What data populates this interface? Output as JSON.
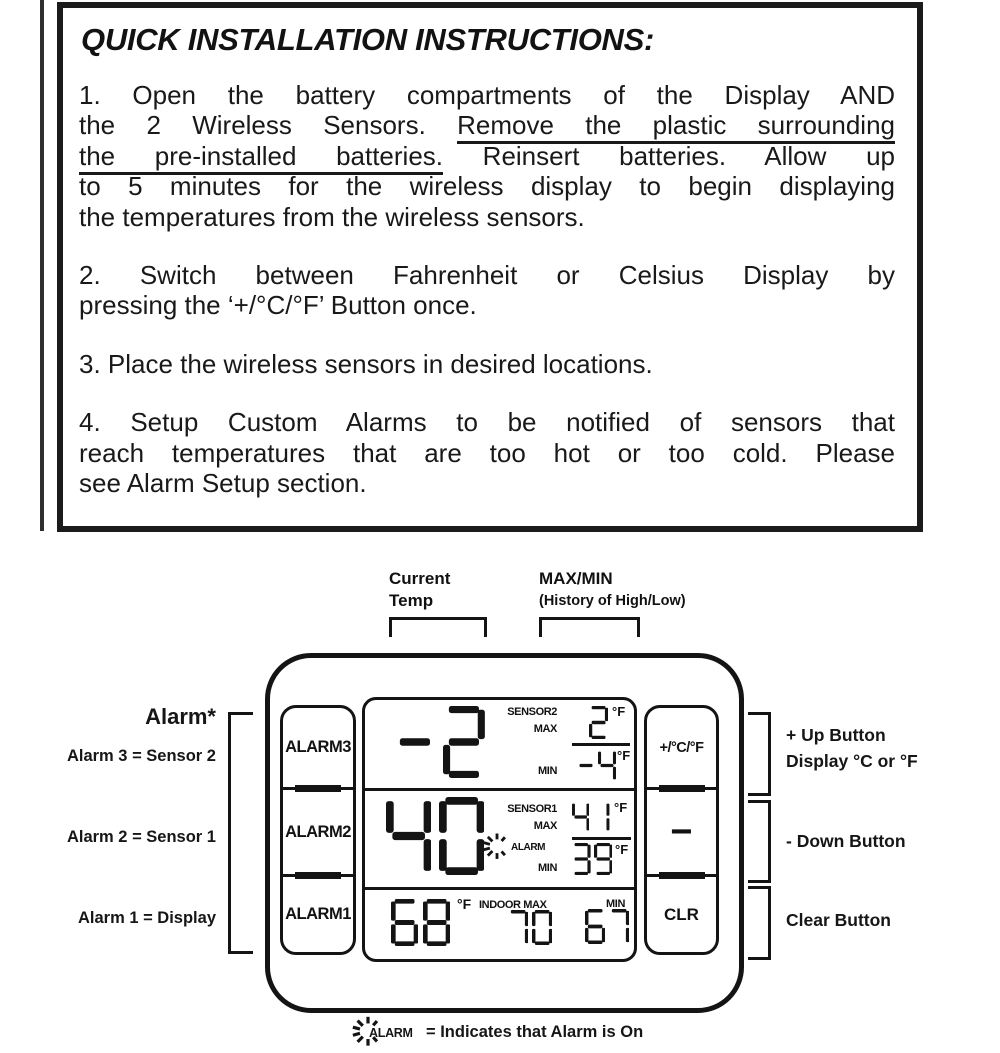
{
  "colors": {
    "ink": "#141414",
    "paper": "#ffffff"
  },
  "instructions_box": {
    "title": "QUICK INSTALLATION INSTRUCTIONS:",
    "paragraphs": [
      {
        "lines": [
          [
            {
              "t": "1.  Open the battery compartments of the Display AND"
            }
          ],
          [
            {
              "t": "the 2 Wireless Sensors. "
            },
            {
              "t": "Remove the plastic surrounding",
              "u": true
            }
          ],
          [
            {
              "t": "the pre-installed batteries.",
              "u": true
            },
            {
              "t": " Reinsert batteries. Allow up"
            }
          ],
          [
            {
              "t": "to 5 minutes for the wireless display to begin displaying"
            }
          ],
          [
            {
              "t": "the temperatures from the wireless sensors."
            }
          ]
        ]
      },
      {
        "lines": [
          [
            {
              "t": "2. Switch between Fahrenheit or Celsius Display by"
            }
          ],
          [
            {
              "t": "pressing the ‘+/°C/°F’ Button once."
            }
          ]
        ]
      },
      {
        "lines": [
          [
            {
              "t": "3. Place the wireless sensors in desired locations."
            }
          ]
        ]
      },
      {
        "lines": [
          [
            {
              "t": "4. Setup Custom Alarms to be notified of sensors that"
            }
          ],
          [
            {
              "t": "reach temperatures that are too hot or too cold.  Please"
            }
          ],
          [
            {
              "t": "see Alarm Setup section."
            }
          ]
        ]
      }
    ]
  },
  "diagram": {
    "current_temp_label_line1": "Current",
    "current_temp_label_line2": "Temp",
    "maxmin_label_line1": "MAX/MIN",
    "maxmin_label_line2": "(History of High/Low)",
    "alarm_title": "Alarm*",
    "alarm_map": {
      "alarm3": "Alarm 3 = Sensor 2",
      "alarm2": "Alarm 2 = Sensor 1",
      "alarm1": "Alarm 1 = Display"
    },
    "device": {
      "alarm_buttons": {
        "top": "ALARM3",
        "middle": "ALARM2",
        "bottom": "ALARM1"
      },
      "function_buttons": {
        "up": "+/°C/°F",
        "down": "−",
        "clear": "CLR"
      },
      "lcd": {
        "row_sensor2": {
          "main": "-2",
          "sensor_label": "SENSOR2",
          "max_label": "MAX",
          "min_label": "MIN",
          "max_value": "2",
          "min_value": "-4",
          "unit": "°F"
        },
        "row_sensor1": {
          "main": "40",
          "sensor_label": "SENSOR1",
          "max_label": "MAX",
          "alarm_label": "ALARM",
          "min_label": "MIN",
          "max_value": "41",
          "min_value": "39",
          "unit": "°F"
        },
        "row_indoor": {
          "main": "68",
          "unit": "°F",
          "indoor_max_label": "INDOOR MAX",
          "max_value": "70",
          "min_label": "MIN",
          "min_value": "67"
        }
      }
    },
    "button_labels": {
      "up_line1": "+ Up Button",
      "up_line2": "Display °C or °F",
      "down": "- Down Button",
      "clear": "Clear Button"
    },
    "footnote": {
      "alarm_label": "ALARM",
      "text": "= Indicates that Alarm is On"
    }
  }
}
